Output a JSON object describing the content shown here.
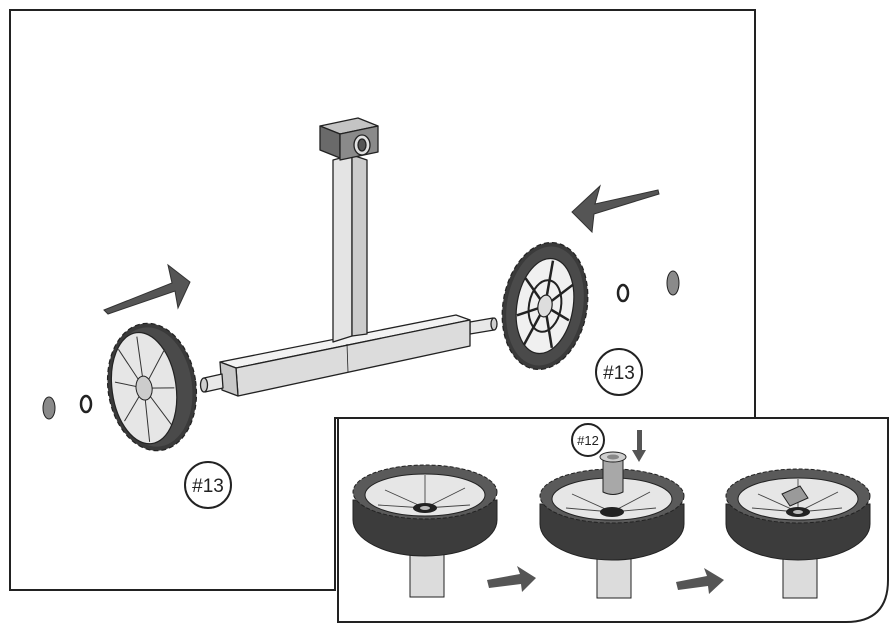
{
  "labels": {
    "part_right": "#13",
    "part_left": "#13",
    "part_insert": "#12"
  },
  "colors": {
    "outline": "#222222",
    "tire_dark": "#4a4a4a",
    "hub_light": "#e6e6e6",
    "tube": "#dcdcdc",
    "arrow": "#555555",
    "washer": "#8a8a8a"
  },
  "icons": {
    "arrow": "assembly-direction-arrow-icon",
    "wheel": "wheel-icon",
    "washer": "washer-icon",
    "nut": "nut-icon"
  }
}
